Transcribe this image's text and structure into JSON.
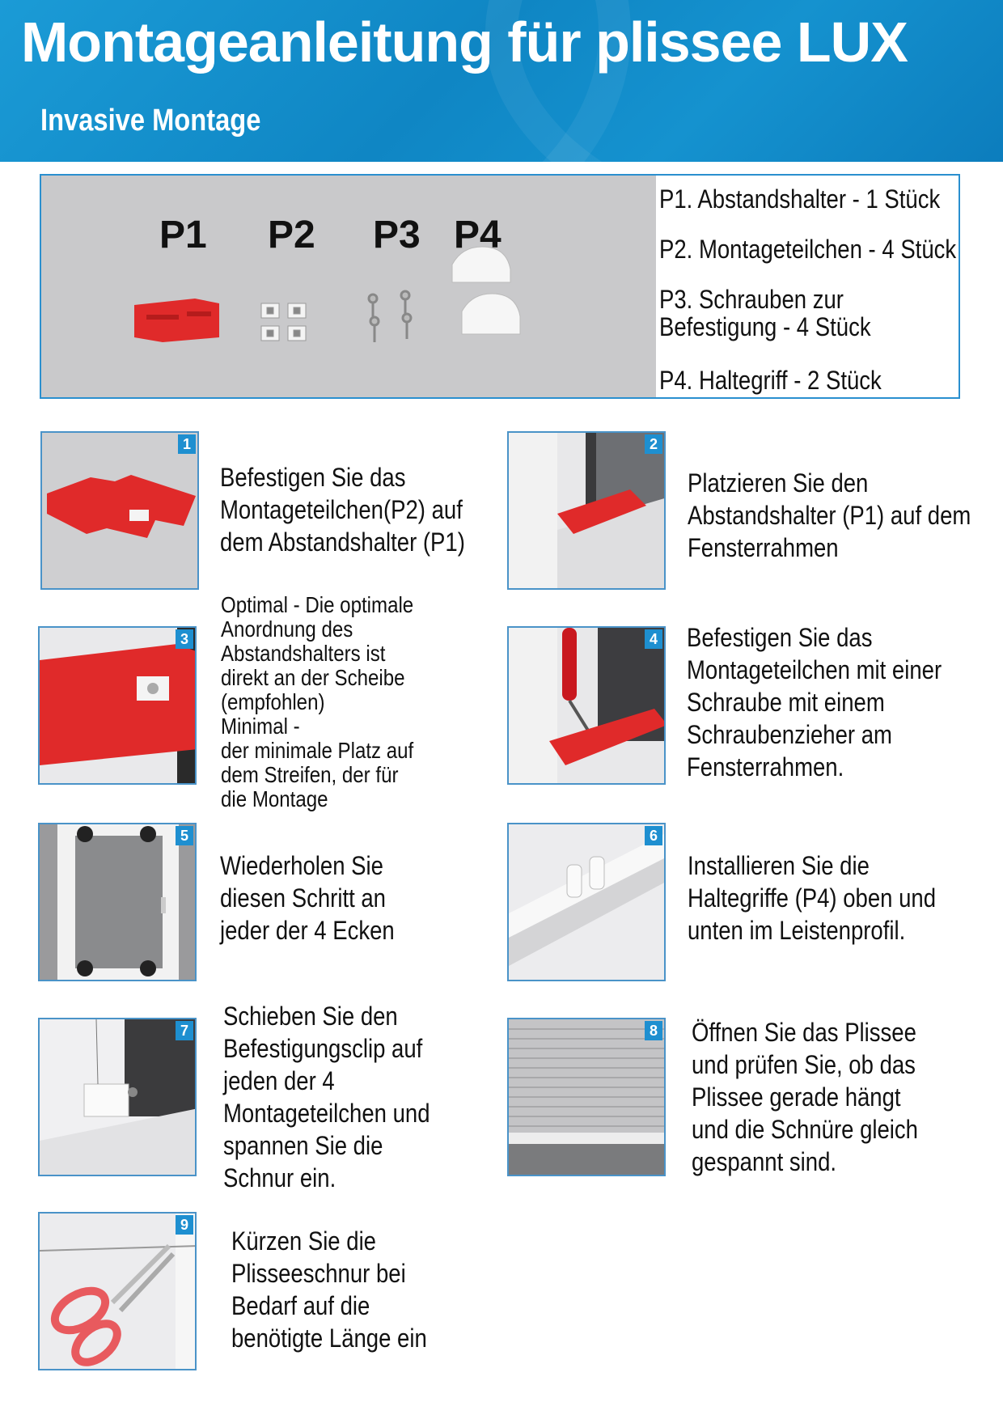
{
  "header": {
    "title": "Montageanleitung für plissee LUX",
    "subtitle": "Invasive Montage"
  },
  "parts": {
    "labels": [
      "P1",
      "P2",
      "P3",
      "P4"
    ],
    "legend": [
      "P1. Abstandshalter - 1 Stück",
      "P2. Montageteilchen - 4 Stück",
      "P3. Schrauben zur",
      "Befestigung - 4 Stück",
      "P4. Haltegriff - 2 Stück"
    ]
  },
  "steps": [
    {
      "number": "1",
      "lines": [
        "Befestigen Sie das",
        "Montageteilchen(P2) auf",
        "dem Abstandshalter (P1)"
      ]
    },
    {
      "number": "2",
      "lines": [
        "Platzieren Sie den",
        "Abstandshalter (P1) auf dem",
        "Fensterrahmen"
      ]
    },
    {
      "number": "3",
      "lines": [
        "Optimal - Die optimale",
        "Anordnung des",
        "Abstandshalters ist",
        "direkt an der Scheibe",
        "(empfohlen)",
        "Minimal -",
        "der minimale Platz auf",
        "dem Streifen, der für",
        "die Montage"
      ]
    },
    {
      "number": "4",
      "lines": [
        "Befestigen Sie das",
        "Montageteilchen mit einer",
        "Schraube mit einem",
        "Schraubenzieher am",
        "Fensterrahmen."
      ]
    },
    {
      "number": "5",
      "lines": [
        "Wiederholen Sie",
        "diesen Schritt an",
        "jeder der 4 Ecken"
      ]
    },
    {
      "number": "6",
      "lines": [
        "Installieren Sie die",
        "Haltegriffe (P4) oben und",
        "unten im Leistenprofil."
      ]
    },
    {
      "number": "7",
      "lines": [
        "Schieben Sie den",
        "Befestigungsclip auf",
        "jeden der 4",
        "Montageteilchen und",
        "spannen Sie die",
        "Schnur ein."
      ]
    },
    {
      "number": "8",
      "lines": [
        "Öffnen Sie das Plissee",
        "und prüfen Sie, ob das",
        "Plissee gerade hängt",
        "und die Schnüre gleich",
        "gespannt sind."
      ]
    },
    {
      "number": "9",
      "lines": [
        "Kürzen Sie die",
        "Plisseeschnur bei",
        "Bedarf auf die",
        "benötigte Länge ein"
      ]
    }
  ],
  "colors": {
    "header": "#1592cf",
    "accent_red": "#e02a2a",
    "frame_blue": "#4a93c8"
  }
}
